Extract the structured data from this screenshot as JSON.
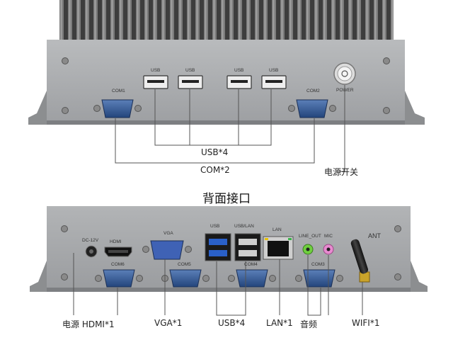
{
  "front": {
    "port_labels": {
      "com1": "COM1",
      "com2": "COM2",
      "usb1": "USB",
      "usb2": "USB",
      "usb3": "USB",
      "usb4": "USB",
      "power": "POWER"
    },
    "callouts": {
      "usb": "USB*4",
      "com": "COM*2",
      "power": "电源开关"
    }
  },
  "rear": {
    "section_title": "背面接口",
    "port_labels": {
      "dc": "DC-12V",
      "hdmi": "HDMI",
      "vga": "VGA",
      "usb": "USB",
      "usb_lan": "USB/LAN",
      "lan": "LAN",
      "line_out": "LINE_OUT",
      "mic": "MIC",
      "ant": "ANT",
      "com6": "COM6",
      "com5": "COM5",
      "com4": "COM4",
      "com3": "COM3"
    },
    "callouts": {
      "power_hdmi": "电源 HDMI*1",
      "vga": "VGA*1",
      "usb": "USB*4",
      "lan": "LAN*1",
      "audio": "音频",
      "wifi": "WIFI*1"
    }
  }
}
